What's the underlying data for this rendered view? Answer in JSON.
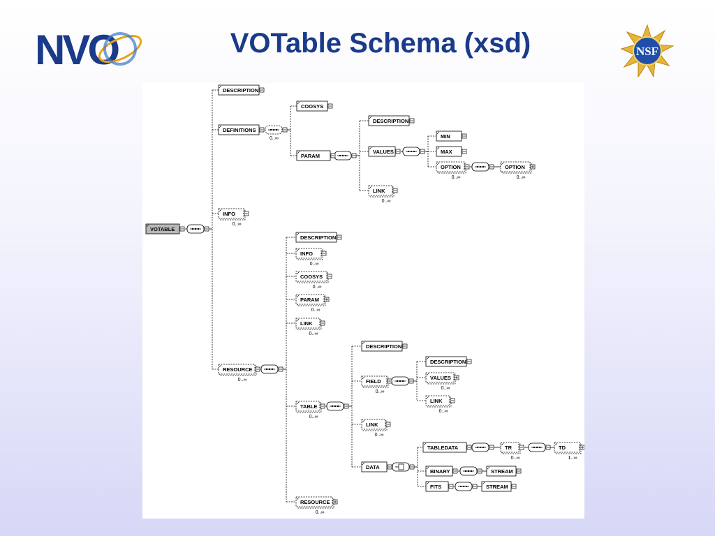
{
  "slide": {
    "title": "VOTable Schema (xsd)",
    "logo_left": "NVO",
    "logo_right": "NSF"
  },
  "diagram": {
    "nodes": [
      {
        "id": "votable",
        "label": "VOTABLE",
        "root": true,
        "occurs": ""
      },
      {
        "id": "description1",
        "label": "DESCRIPTION",
        "occurs": ""
      },
      {
        "id": "definitions",
        "label": "DEFINITIONS",
        "occurs": ""
      },
      {
        "id": "coosys1",
        "label": "COOSYS",
        "occurs": ""
      },
      {
        "id": "param1",
        "label": "PARAM",
        "occurs": ""
      },
      {
        "id": "description2",
        "label": "DESCRIPTION",
        "occurs": ""
      },
      {
        "id": "values1",
        "label": "VALUES",
        "occurs": ""
      },
      {
        "id": "min",
        "label": "MIN",
        "occurs": ""
      },
      {
        "id": "max",
        "label": "MAX",
        "occurs": ""
      },
      {
        "id": "option1",
        "label": "OPTION",
        "occurs": "0..∞"
      },
      {
        "id": "option2",
        "label": "OPTION",
        "occurs": "0..∞"
      },
      {
        "id": "link1",
        "label": "LINK",
        "occurs": "0..∞"
      },
      {
        "id": "info1",
        "label": "INFO",
        "occurs": "0..∞"
      },
      {
        "id": "resource1",
        "label": "RESOURCE",
        "occurs": "0..∞"
      },
      {
        "id": "description3",
        "label": "DESCRIPTION",
        "occurs": ""
      },
      {
        "id": "info2",
        "label": "INFO",
        "occurs": "0..∞"
      },
      {
        "id": "coosys2",
        "label": "COOSYS",
        "occurs": "0..∞"
      },
      {
        "id": "param2",
        "label": "PARAM",
        "occurs": "0..∞"
      },
      {
        "id": "link2",
        "label": "LINK",
        "occurs": "0..∞"
      },
      {
        "id": "table",
        "label": "TABLE",
        "occurs": "0..∞"
      },
      {
        "id": "description4",
        "label": "DESCRIPTION",
        "occurs": ""
      },
      {
        "id": "field",
        "label": "FIELD",
        "occurs": "0..∞"
      },
      {
        "id": "description5",
        "label": "DESCRIPTION",
        "occurs": ""
      },
      {
        "id": "values2",
        "label": "VALUES",
        "occurs": "0..∞"
      },
      {
        "id": "link3",
        "label": "LINK",
        "occurs": "0..∞"
      },
      {
        "id": "link4",
        "label": "LINK",
        "occurs": "0..∞"
      },
      {
        "id": "data",
        "label": "DATA",
        "occurs": ""
      },
      {
        "id": "tabledata",
        "label": "TABLEDATA",
        "occurs": ""
      },
      {
        "id": "tr",
        "label": "TR",
        "occurs": "0..∞"
      },
      {
        "id": "td",
        "label": "TD",
        "occurs": "1..∞"
      },
      {
        "id": "binary",
        "label": "BINARY",
        "occurs": ""
      },
      {
        "id": "stream1",
        "label": "STREAM",
        "occurs": ""
      },
      {
        "id": "fits",
        "label": "FITS",
        "occurs": ""
      },
      {
        "id": "stream2",
        "label": "STREAM",
        "occurs": ""
      },
      {
        "id": "resource2",
        "label": "RESOURCE",
        "occurs": "0..∞"
      }
    ],
    "compositors": [
      {
        "id": "seq_votable",
        "kind": "sequence",
        "occurs": ""
      },
      {
        "id": "seq_definitions",
        "kind": "sequence",
        "occurs": "0..∞"
      },
      {
        "id": "seq_param1",
        "kind": "sequence",
        "occurs": ""
      },
      {
        "id": "seq_values1",
        "kind": "sequence",
        "occurs": ""
      },
      {
        "id": "seq_option1",
        "kind": "sequence",
        "occurs": ""
      },
      {
        "id": "seq_resource1",
        "kind": "sequence",
        "occurs": ""
      },
      {
        "id": "seq_table",
        "kind": "sequence",
        "occurs": ""
      },
      {
        "id": "seq_field",
        "kind": "sequence",
        "occurs": ""
      },
      {
        "id": "choice_data",
        "kind": "choice",
        "occurs": ""
      },
      {
        "id": "seq_tabledata",
        "kind": "sequence",
        "occurs": ""
      },
      {
        "id": "seq_tr",
        "kind": "sequence",
        "occurs": ""
      },
      {
        "id": "seq_binary",
        "kind": "sequence",
        "occurs": ""
      },
      {
        "id": "seq_fits",
        "kind": "sequence",
        "occurs": ""
      }
    ],
    "edges": [
      [
        "votable",
        "seq_votable"
      ],
      [
        "seq_votable",
        "description1"
      ],
      [
        "seq_votable",
        "definitions"
      ],
      [
        "seq_votable",
        "info1"
      ],
      [
        "seq_votable",
        "resource1"
      ],
      [
        "definitions",
        "seq_definitions"
      ],
      [
        "seq_definitions",
        "coosys1"
      ],
      [
        "seq_definitions",
        "param1"
      ],
      [
        "param1",
        "seq_param1"
      ],
      [
        "seq_param1",
        "description2"
      ],
      [
        "seq_param1",
        "values1"
      ],
      [
        "seq_param1",
        "link1"
      ],
      [
        "values1",
        "seq_values1"
      ],
      [
        "seq_values1",
        "min"
      ],
      [
        "seq_values1",
        "max"
      ],
      [
        "seq_values1",
        "option1"
      ],
      [
        "option1",
        "seq_option1"
      ],
      [
        "seq_option1",
        "option2"
      ],
      [
        "resource1",
        "seq_resource1"
      ],
      [
        "seq_resource1",
        "description3"
      ],
      [
        "seq_resource1",
        "info2"
      ],
      [
        "seq_resource1",
        "coosys2"
      ],
      [
        "seq_resource1",
        "param2"
      ],
      [
        "seq_resource1",
        "link2"
      ],
      [
        "seq_resource1",
        "table"
      ],
      [
        "seq_resource1",
        "resource2"
      ],
      [
        "table",
        "seq_table"
      ],
      [
        "seq_table",
        "description4"
      ],
      [
        "seq_table",
        "field"
      ],
      [
        "seq_table",
        "link4"
      ],
      [
        "seq_table",
        "data"
      ],
      [
        "field",
        "seq_field"
      ],
      [
        "seq_field",
        "description5"
      ],
      [
        "seq_field",
        "values2"
      ],
      [
        "seq_field",
        "link3"
      ],
      [
        "data",
        "choice_data"
      ],
      [
        "choice_data",
        "tabledata"
      ],
      [
        "choice_data",
        "binary"
      ],
      [
        "choice_data",
        "fits"
      ],
      [
        "tabledata",
        "seq_tabledata"
      ],
      [
        "seq_tabledata",
        "tr"
      ],
      [
        "tr",
        "seq_tr"
      ],
      [
        "seq_tr",
        "td"
      ],
      [
        "binary",
        "seq_binary"
      ],
      [
        "seq_binary",
        "stream1"
      ],
      [
        "fits",
        "seq_fits"
      ],
      [
        "seq_fits",
        "stream2"
      ]
    ]
  }
}
